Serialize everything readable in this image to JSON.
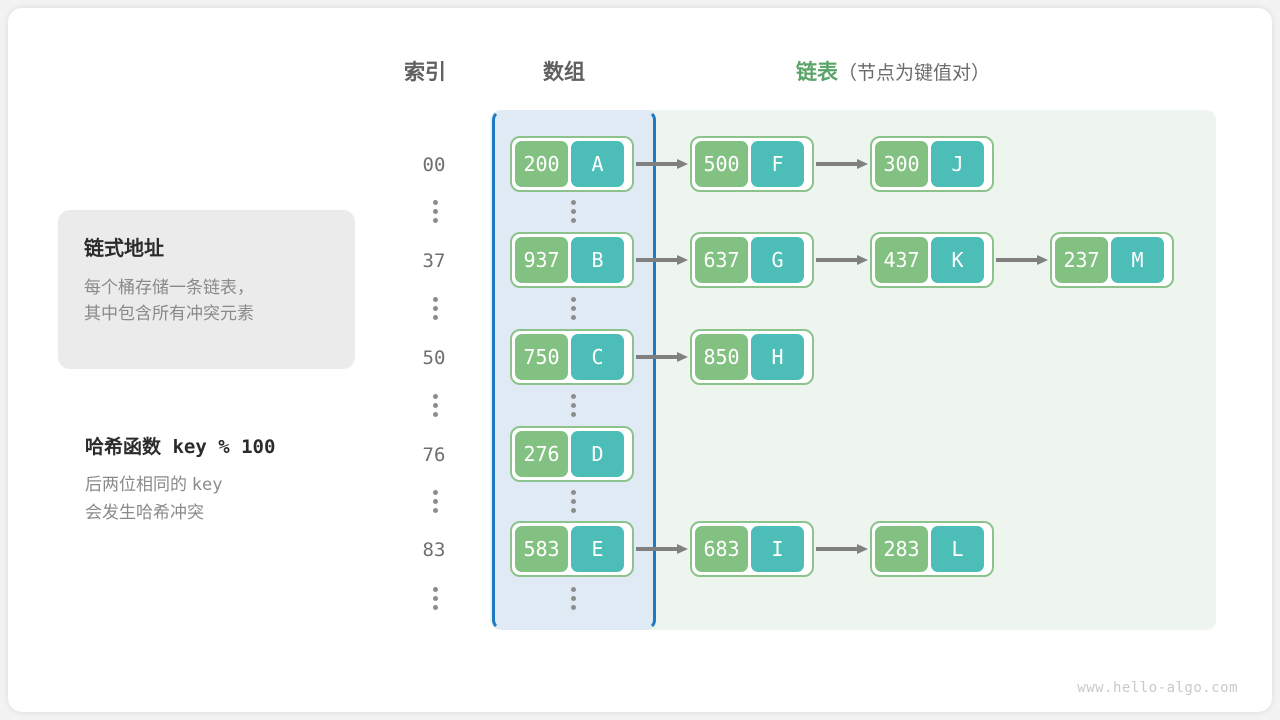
{
  "headers": {
    "index": "索引",
    "array": "数组",
    "list_main": "链表",
    "list_sub": "（节点为键值对）"
  },
  "note": {
    "title": "链式地址",
    "line1": "每个桶存储一条链表，",
    "line2": "其中包含所有冲突元素"
  },
  "hash": {
    "title": "哈希函数 key % 100",
    "line1_a": "后两位相同的 ",
    "line1_b": "key",
    "line2": "会发生哈希冲突"
  },
  "colors": {
    "key_cell": "#83c183",
    "value_cell": "#4dbdb8",
    "node_border": "#8cc38c",
    "array_region_bg": "#dfeaf5",
    "array_region_border": "#1f7ac4",
    "list_region_bg": "#eef5ee",
    "arrow": "#808080",
    "accent_green_text": "#5aa469",
    "note_bg": "#ebebeb"
  },
  "buckets": [
    {
      "index": "00",
      "nodes": [
        {
          "key": "200",
          "value": "A"
        },
        {
          "key": "500",
          "value": "F"
        },
        {
          "key": "300",
          "value": "J"
        }
      ]
    },
    {
      "index": "37",
      "nodes": [
        {
          "key": "937",
          "value": "B"
        },
        {
          "key": "637",
          "value": "G"
        },
        {
          "key": "437",
          "value": "K"
        },
        {
          "key": "237",
          "value": "M"
        }
      ]
    },
    {
      "index": "50",
      "nodes": [
        {
          "key": "750",
          "value": "C"
        },
        {
          "key": "850",
          "value": "H"
        }
      ]
    },
    {
      "index": "76",
      "nodes": [
        {
          "key": "276",
          "value": "D"
        }
      ]
    },
    {
      "index": "83",
      "nodes": [
        {
          "key": "583",
          "value": "E"
        },
        {
          "key": "683",
          "value": "I"
        },
        {
          "key": "283",
          "value": "L"
        }
      ]
    }
  ],
  "ellipsis_symbol": "⋮",
  "watermark": "www.hello-algo.com"
}
